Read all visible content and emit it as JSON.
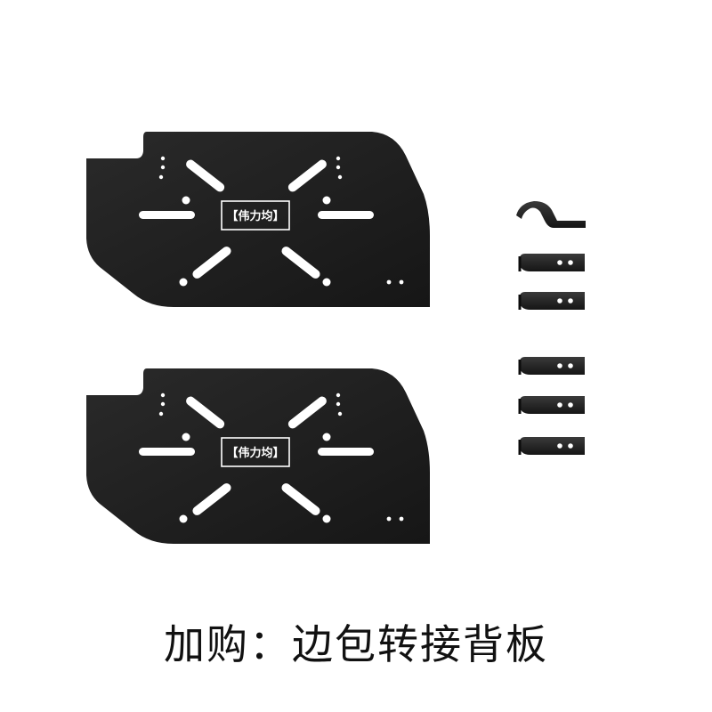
{
  "plates": [
    {
      "label": "【伟力均】"
    },
    {
      "label": "【伟力均】"
    }
  ],
  "hardware": {
    "hook_count": 1,
    "clip_count": 5
  },
  "caption": "加购：边包转接背板",
  "colors": {
    "background": "#ffffff",
    "plate": "#1e1e1e",
    "text": "#111111"
  }
}
